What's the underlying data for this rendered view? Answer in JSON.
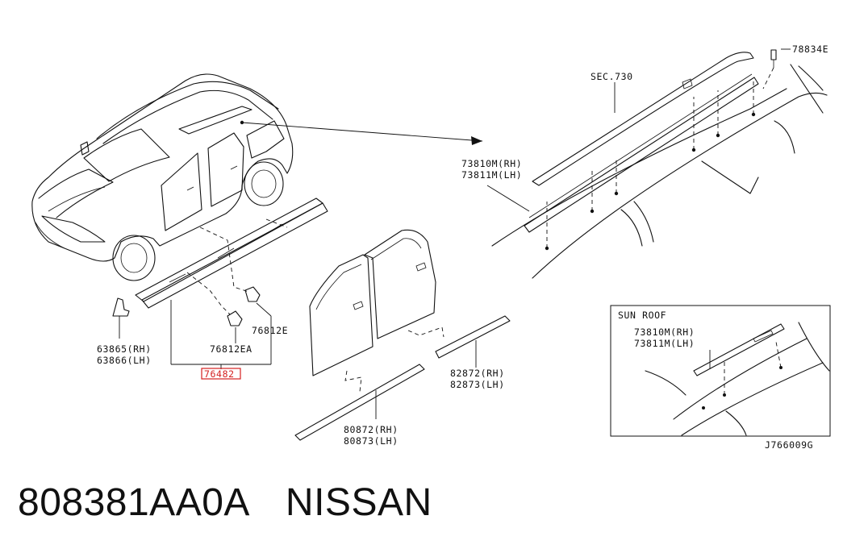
{
  "diagram": {
    "labels": {
      "sec730": "SEC.730",
      "p78834e": "78834E",
      "p73810m_rh": "73810M(RH)",
      "p73811m_lh": "73811M(LH)",
      "p63865_rh": "63865(RH)",
      "p63866_lh": "63866(LH)",
      "p76812ea": "76812EA",
      "p76812e": "76812E",
      "p76482": "76482",
      "p82872_rh": "82872(RH)",
      "p82873_lh": "82873(LH)",
      "p80872_rh": "80872(RH)",
      "p80873_lh": "80873(LH)",
      "sunroof_title": "SUN ROOF",
      "sunroof_73810m_rh": "73810M(RH)",
      "sunroof_73811m_lh": "73811M(LH)",
      "code": "J766009G"
    },
    "highlight_color": "#d42020"
  },
  "footer": {
    "part_number": "808381AA0A",
    "brand": "NISSAN"
  }
}
